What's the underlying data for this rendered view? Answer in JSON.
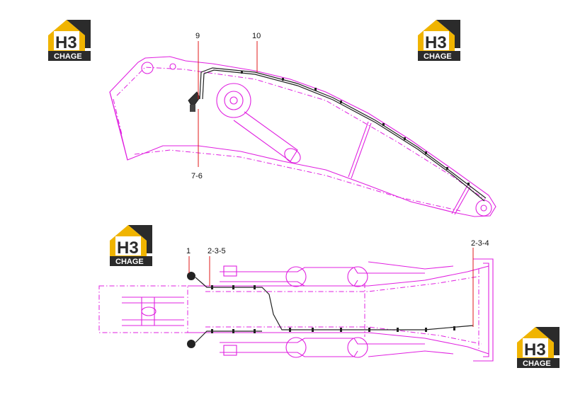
{
  "watermark": {
    "brand_main": "H3",
    "brand_sub": "CHAGE",
    "colors": {
      "roof": "#f0b400",
      "dark": "#2b2b2b",
      "white": "#ffffff"
    }
  },
  "callouts": {
    "top_hose_clamp": "9",
    "top_hose": "10",
    "top_bracket": "7-6",
    "bottom_fitting": "1",
    "bottom_hose_left": "2-3-5",
    "bottom_hose_right": "2-3-4"
  },
  "colors": {
    "outline": "#e020e0",
    "hose": "#222222",
    "leader": "#e01818"
  }
}
